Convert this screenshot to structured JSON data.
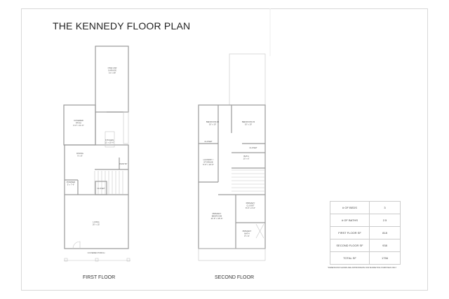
{
  "title": "THE KENNEDY FLOOR PLAN",
  "first_floor": {
    "caption": "FIRST FLOOR",
    "rooms": {
      "garage": [
        "ONE CAR",
        "GARAGE",
        "11' x 20'"
      ],
      "patio": [
        "COVERED",
        "PATIO",
        "9'-0\" x 11'-6\""
      ],
      "kitchen": [
        "KITCHEN",
        "11' x 15'-6\""
      ],
      "dining": [
        "DINING",
        "9' x 8'"
      ],
      "pantry": [
        "PANTRY"
      ],
      "powder": [
        "POWDER",
        "5' x 7'-6\""
      ],
      "closet": [
        "CLOSET"
      ],
      "living": [
        "LIVING",
        "20' x 15'"
      ],
      "porch": [
        "COVERED PORCH"
      ]
    }
  },
  "second_floor": {
    "caption": "SECOND FLOOR",
    "rooms": {
      "bed2": [
        "BEDROOM #2",
        "10' x 10'"
      ],
      "bed3": [
        "BEDROOM #3",
        "10' x 10'"
      ],
      "closet2": [
        "CLOSET"
      ],
      "closet3": [
        "CLOSET"
      ],
      "bath": [
        "BATH",
        "10' x 6'"
      ],
      "laundry": [
        "LAUNDRY /",
        "STORAGE",
        "5'-6\" x 10'-6\""
      ],
      "primary_bed": [
        "PRIMARY",
        "BEDROOM",
        "11'-6\" x 15'-6\""
      ],
      "primary_closet": [
        "PRIMARY",
        "CLOSET",
        "8'-6\" x 6'-6\""
      ],
      "primary_bath": [
        "PRIMARY",
        "BATH",
        "8' x 9'"
      ]
    }
  },
  "stats": [
    {
      "label": "# OF BEDS",
      "value": "3"
    },
    {
      "label": "# OF BATHS",
      "value": "2.5"
    },
    {
      "label": "FIRST FLOOR SF",
      "value": "818"
    },
    {
      "label": "SECOND FLOOR SF",
      "value": "938"
    },
    {
      "label": "TOTAL SF",
      "value": "1756"
    }
  ],
  "note": "*DIMENSIONS SHOWN ARE APPROXIMATE FOR MARKETING PURPOSES ONLY"
}
